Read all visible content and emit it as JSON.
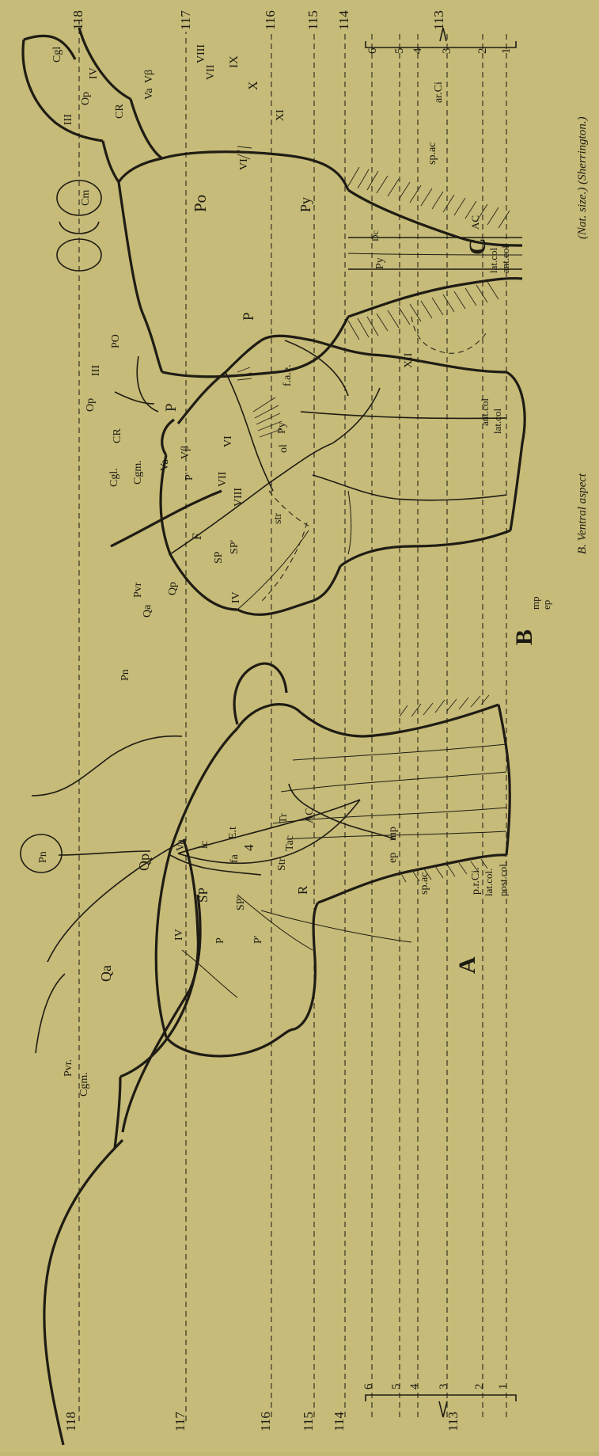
{
  "view_labels": {
    "A": "A",
    "B": "B",
    "C": "C"
  },
  "section_numbers": [
    "118",
    "117",
    "116",
    "115",
    "114",
    "113"
  ],
  "level_numbers": [
    "6",
    "5",
    "4",
    "3",
    "2",
    "1"
  ],
  "caption": "(Nat. size.)   (Sherrington.)",
  "caption_partial": "B. Ventral aspect",
  "labels_A": {
    "pn": "Pn",
    "qa": "Qa",
    "qp": "Qp",
    "pvr": "Pvr.",
    "cgm": "Cgm.",
    "iv": "IV",
    "p": "P",
    "sp": "SP",
    "sp2": "SP'",
    "p2": "P'",
    "va": "Va",
    "lc": "lc",
    "fa": "fa",
    "et": "E.t",
    "four": "4",
    "str": "Str",
    "r": "R",
    "tac": "Tac",
    "tr": "Tr",
    "ac": "AC",
    "spac": "sp.ac",
    "ep": "ep",
    "mp": "mp",
    "prci": "p.r.Ci.",
    "latcol": "lat.col.",
    "postcol": "post.col."
  },
  "labels_B": {
    "pn": "Pn",
    "qa": "Qa",
    "pvr": "Pvr",
    "qp": "Qp",
    "cgl": "Cgl.",
    "cgm": "Cgm.",
    "op": "Op",
    "iii": "III",
    "cr": "CR",
    "p": "P",
    "po": "PO",
    "va": "Va",
    "vb": "Vβ",
    "p2": "P'",
    "f": "F",
    "sp": "SP",
    "sp2": "SP'",
    "iv": "IV",
    "vii": "VII",
    "viii": "VIII",
    "vi": "VI",
    "str": "str",
    "ol": "ol",
    "py": "Py",
    "fae": "f.a.e.",
    "antcol": "ant.col",
    "latcol": "lat.col",
    "ep": "ep",
    "mp": "mp"
  },
  "labels_C": {
    "iii": "III",
    "op": "Op",
    "cgl": "Cgl",
    "iv": "IV",
    "cr": "CR",
    "cm": "Cm",
    "va": "Va",
    "vb": "Vβ",
    "po": "Po",
    "p": "P",
    "vii": "VII",
    "viii": "VIII",
    "ix": "IX",
    "vi": "VI",
    "x": "X",
    "xi": "XI",
    "py": "Py",
    "py2": "Py",
    "dc": "Dc",
    "arci": "ar.Ci",
    "spac": "sp.ac",
    "ac": "AC",
    "xii": "XII",
    "latcol": "lat.col",
    "antcol": "ant.col"
  }
}
